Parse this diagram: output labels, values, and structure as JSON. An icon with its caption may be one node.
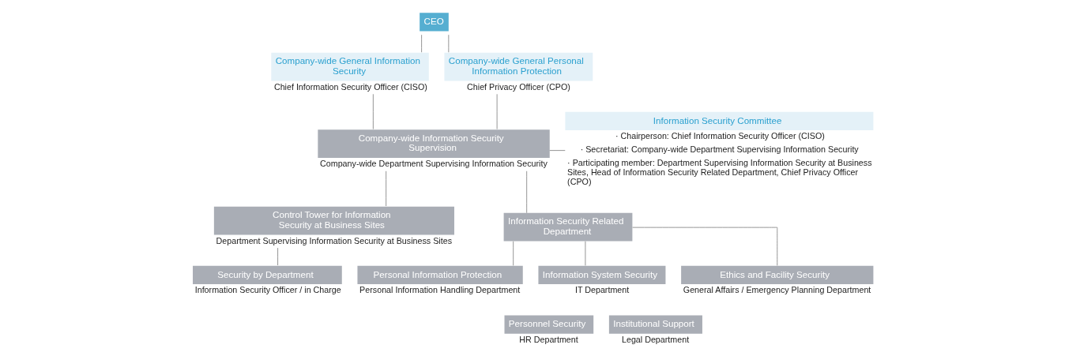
{
  "diagram": {
    "nodes": [
      {
        "text": [
          "CEO"
        ]
      },
      {
        "text": [
          "Company-wide General Information Security"
        ],
        "beside": [
          "Chief Information Security Officer (CISO)"
        ]
      },
      {
        "text": [
          "Company-wide General Personal Information Protection"
        ],
        "beside": [
          "Chief Privacy Officer (CPO)"
        ]
      },
      {
        "text": [
          "Company-wide Information Security Supervision"
        ],
        "beside": [
          "Company-wide Department Supervising Information Security"
        ]
      },
      {
        "text": [
          "Information Security Committee"
        ],
        "beside": [
          "· Chairperson: Chief Information Security Officer (CISO)",
          "· Secretariat: Company-wide Department Supervising Information Security",
          "· Participating member: Department Supervising Information Security at Business Sites, Head of Information Security Related Department, Chief Privacy Officer (CPO)"
        ]
      },
      {
        "text": [
          "Control Tower for Information Security at Business Sites"
        ],
        "beside": [
          "Department Supervising Information Security at Business Sites"
        ]
      },
      {
        "text": [
          "Security by Department"
        ],
        "beside": [
          "Information Security Officer / in Charge"
        ]
      },
      {
        "text": [
          "Information Security Related Department"
        ]
      },
      {
        "text": [
          "Personal Information Protection"
        ],
        "beside": [
          "Personal Information Handling Department"
        ]
      },
      {
        "text": [
          "Information System Security"
        ],
        "beside": [
          "IT Department"
        ]
      },
      {
        "text": [
          "Ethics and Facility Security"
        ],
        "beside": [
          "General Affairs / Emergency Planning Department"
        ]
      },
      {
        "text": [
          "Personnel Security"
        ],
        "beside": [
          "HR Department"
        ]
      },
      {
        "text": [
          "Institutional Support"
        ],
        "beside": [
          "Legal Department"
        ]
      }
    ],
    "edges": [
      {
        "from": 0,
        "to": 1,
        "arrow": "none"
      },
      {
        "from": 0,
        "to": 2,
        "arrow": "none"
      },
      {
        "from": 1,
        "to": 3,
        "arrow": "none"
      },
      {
        "from": 2,
        "to": 3,
        "arrow": "none"
      },
      {
        "from": 3,
        "to": 4,
        "arrow": "none"
      },
      {
        "from": 3,
        "to": 5,
        "arrow": "none"
      },
      {
        "from": 3,
        "to": 7,
        "arrow": "none"
      },
      {
        "from": 5,
        "to": 6,
        "arrow": "none"
      },
      {
        "from": 7,
        "to": 8,
        "arrow": "none"
      },
      {
        "from": 7,
        "to": 9,
        "arrow": "none"
      },
      {
        "from": 7,
        "to": 10,
        "arrow": "none"
      }
    ]
  }
}
